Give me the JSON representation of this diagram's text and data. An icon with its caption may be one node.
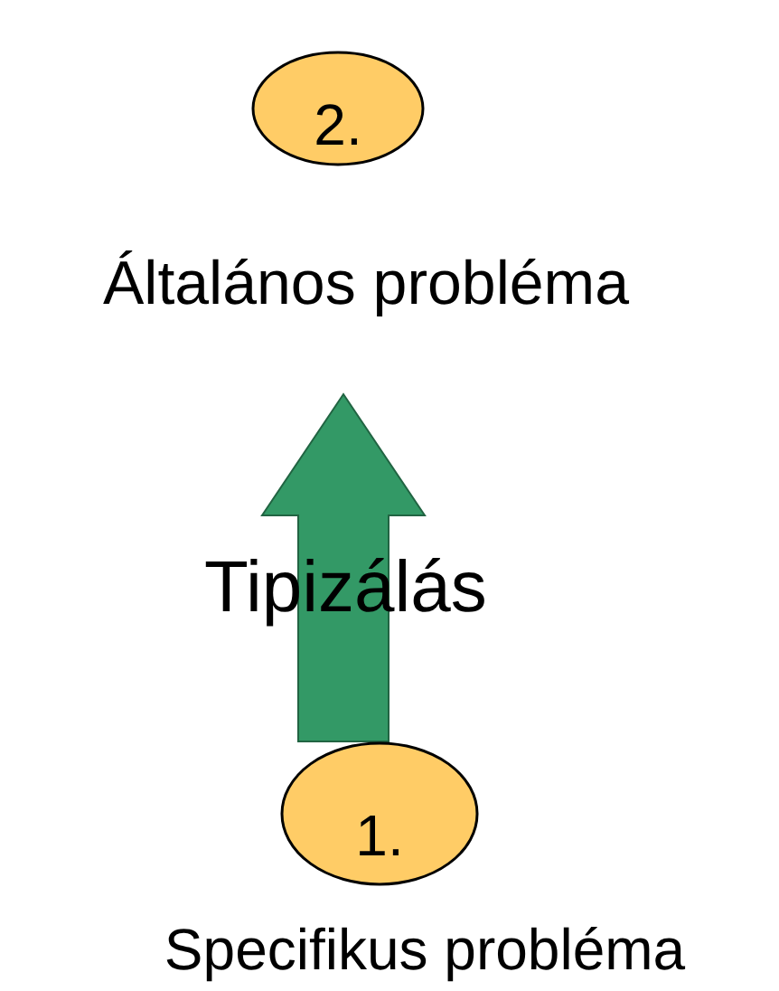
{
  "diagram": {
    "nodes": [
      {
        "text": [
          "2."
        ]
      },
      {
        "text": [
          "Általános probléma"
        ]
      },
      {
        "text": [
          "1."
        ]
      },
      {
        "text": [
          "Specifikus probléma"
        ]
      }
    ],
    "edges": [
      {
        "from": 2,
        "to": 1,
        "arrow": "to",
        "label": "Tipizálás",
        "style": "thick",
        "color": "#339966"
      }
    ]
  }
}
